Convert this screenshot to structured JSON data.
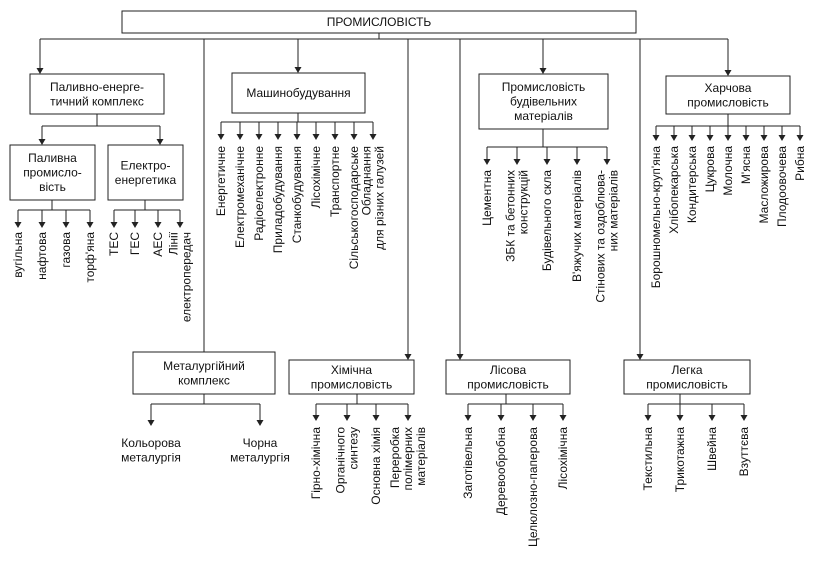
{
  "root": "ПРОМИСЛОВІСТЬ",
  "fuel_energy": {
    "title": [
      "Паливно-енерге-",
      "тичний комплекс"
    ],
    "fuel": {
      "title": [
        "Паливна",
        "промисло-",
        "вість"
      ],
      "items": [
        "вугільна",
        "нафтова",
        "газова",
        "торф'яна"
      ]
    },
    "power": {
      "title": [
        "Електро-",
        "енергетика"
      ],
      "items": [
        "ТЕС",
        "ГЕС",
        "АЕС",
        [
          "Лінії",
          "електропередач"
        ]
      ]
    }
  },
  "machine": {
    "title": [
      "Машинобудування"
    ],
    "items": [
      "Енергетичне",
      "Електромеханічне",
      "Радіоелектронне",
      "Приладобудування",
      "Станкобудування",
      "Лісохімічне",
      "Транспортне",
      "Сільськогосподарське",
      [
        "Обладнання",
        "для різних галузей"
      ]
    ]
  },
  "construction": {
    "title": [
      "Промисловість",
      "будівельних",
      "матеріалів"
    ],
    "items": [
      "Цементна",
      [
        "ЗБК та бетонних",
        "конструкцій"
      ],
      "Будівельного скла",
      "В'яжучих матеріалів",
      [
        "Стінових та оздоблюва-",
        "них матеріалів"
      ]
    ]
  },
  "food": {
    "title": [
      "Харчова",
      "промисловість"
    ],
    "items": [
      "Борошномельно-круп'яна",
      "Хлібопекарська",
      "Кондитерська",
      "Цукрова",
      "Молочна",
      "М'ясна",
      "Масложирова",
      "Плодоовочева",
      "Рибна"
    ]
  },
  "metallurgy": {
    "title": [
      "Металургійний",
      "комплекс"
    ],
    "items": [
      [
        "Кольорова",
        "металургія"
      ],
      [
        "Чорна",
        "металургія"
      ]
    ]
  },
  "chemical": {
    "title": [
      "Хімічна",
      "промисловість"
    ],
    "items": [
      "Гірно-хімічна",
      [
        "Органічного",
        "синтезу"
      ],
      "Основна хімія",
      [
        "Переробка",
        "полімерних",
        "матеріалів"
      ]
    ]
  },
  "forest": {
    "title": [
      "Лісова",
      "промисловість"
    ],
    "items": [
      "Заготівельна",
      "Деревообробна",
      "Целюлозно-паперова",
      "Лісохімічна"
    ]
  },
  "light": {
    "title": [
      "Легка",
      "промисловість"
    ],
    "items": [
      "Текстильна",
      "Трикотажна",
      "Швейна",
      "Взуттєва"
    ]
  }
}
